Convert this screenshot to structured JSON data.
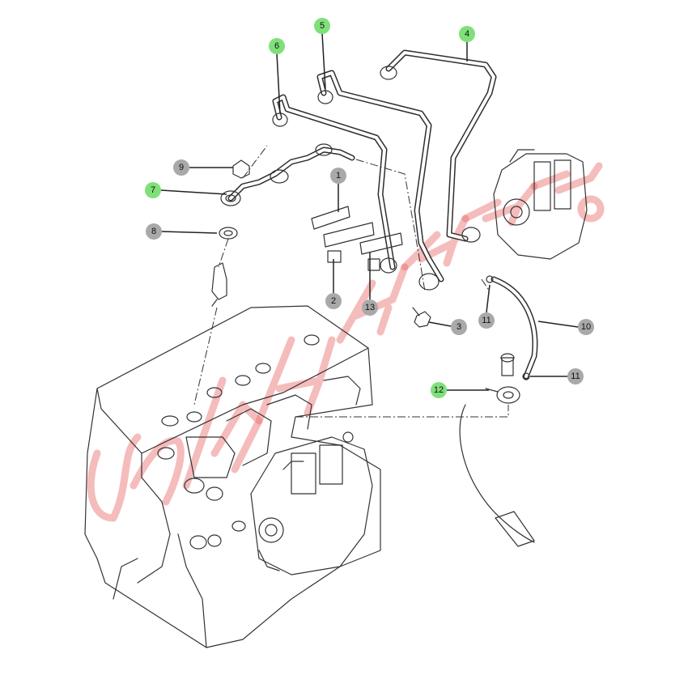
{
  "colors": {
    "callout_highlight": "#7fe07a",
    "callout_default": "#a9a9a9",
    "watermark": "#e86a6a"
  },
  "callouts": [
    {
      "id": "c1",
      "label": "1",
      "highlight": false
    },
    {
      "id": "c2",
      "label": "2",
      "highlight": false
    },
    {
      "id": "c3",
      "label": "3",
      "highlight": false
    },
    {
      "id": "c4",
      "label": "4",
      "highlight": true
    },
    {
      "id": "c5",
      "label": "5",
      "highlight": true
    },
    {
      "id": "c6",
      "label": "6",
      "highlight": true
    },
    {
      "id": "c7",
      "label": "7",
      "highlight": true
    },
    {
      "id": "c8",
      "label": "8",
      "highlight": false
    },
    {
      "id": "c9",
      "label": "9",
      "highlight": false
    },
    {
      "id": "c10",
      "label": "10",
      "highlight": false
    },
    {
      "id": "c11a",
      "label": "11",
      "highlight": false
    },
    {
      "id": "c11b",
      "label": "11",
      "highlight": false
    },
    {
      "id": "c12",
      "label": "12",
      "highlight": true
    },
    {
      "id": "c13",
      "label": "13",
      "highlight": false
    }
  ]
}
